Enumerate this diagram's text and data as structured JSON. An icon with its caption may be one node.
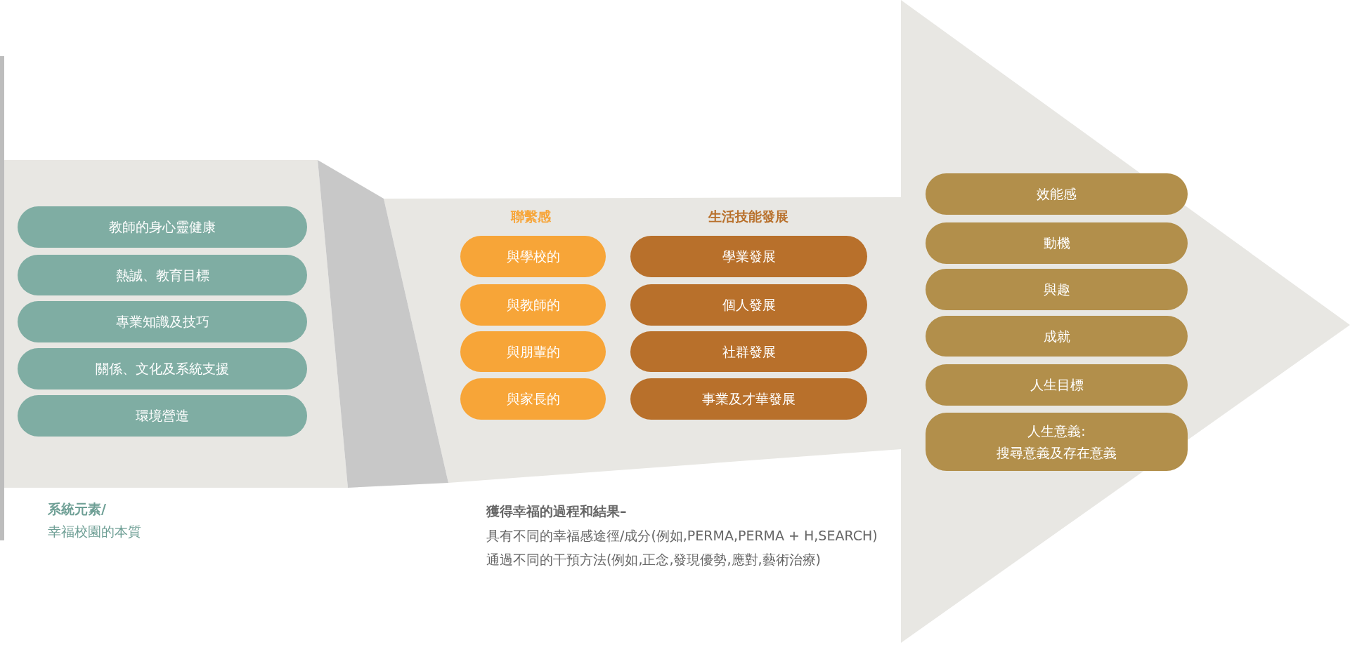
{
  "diagram": {
    "nodes": [
      {
        "text": [
          "教師的身心靈健康"
        ]
      },
      {
        "text": [
          "熱誠、教育目標"
        ]
      },
      {
        "text": [
          "專業知識及技巧"
        ]
      },
      {
        "text": [
          "關係、文化及系統支援"
        ]
      },
      {
        "text": [
          "環境營造"
        ]
      },
      {
        "text": [
          "與學校的"
        ]
      },
      {
        "text": [
          "與教師的"
        ]
      },
      {
        "text": [
          "與朋輩的"
        ]
      },
      {
        "text": [
          "與家長的"
        ]
      },
      {
        "text": [
          "學業發展"
        ]
      },
      {
        "text": [
          "個人發展"
        ]
      },
      {
        "text": [
          "社群發展"
        ]
      },
      {
        "text": [
          "事業及才華發展"
        ]
      },
      {
        "text": [
          "效能感"
        ]
      },
      {
        "text": [
          "動機"
        ]
      },
      {
        "text": [
          "與趣"
        ]
      },
      {
        "text": [
          "成就"
        ]
      },
      {
        "text": [
          "人生目標"
        ]
      },
      {
        "text": [
          "人生意義:",
          "搜尋意義及存在意義"
        ]
      }
    ],
    "labels": [
      "聯繫感",
      "生活技能發展",
      "系統元素/",
      "幸福校園的本質",
      "獲得幸福的過程和結果–",
      "具有不同的幸福感途徑/成分(例如,PERMA,PERMA + H,SEARCH)",
      "通過不同的干預方法(例如,正念,發現優勢,應對,藝術治療)"
    ]
  }
}
